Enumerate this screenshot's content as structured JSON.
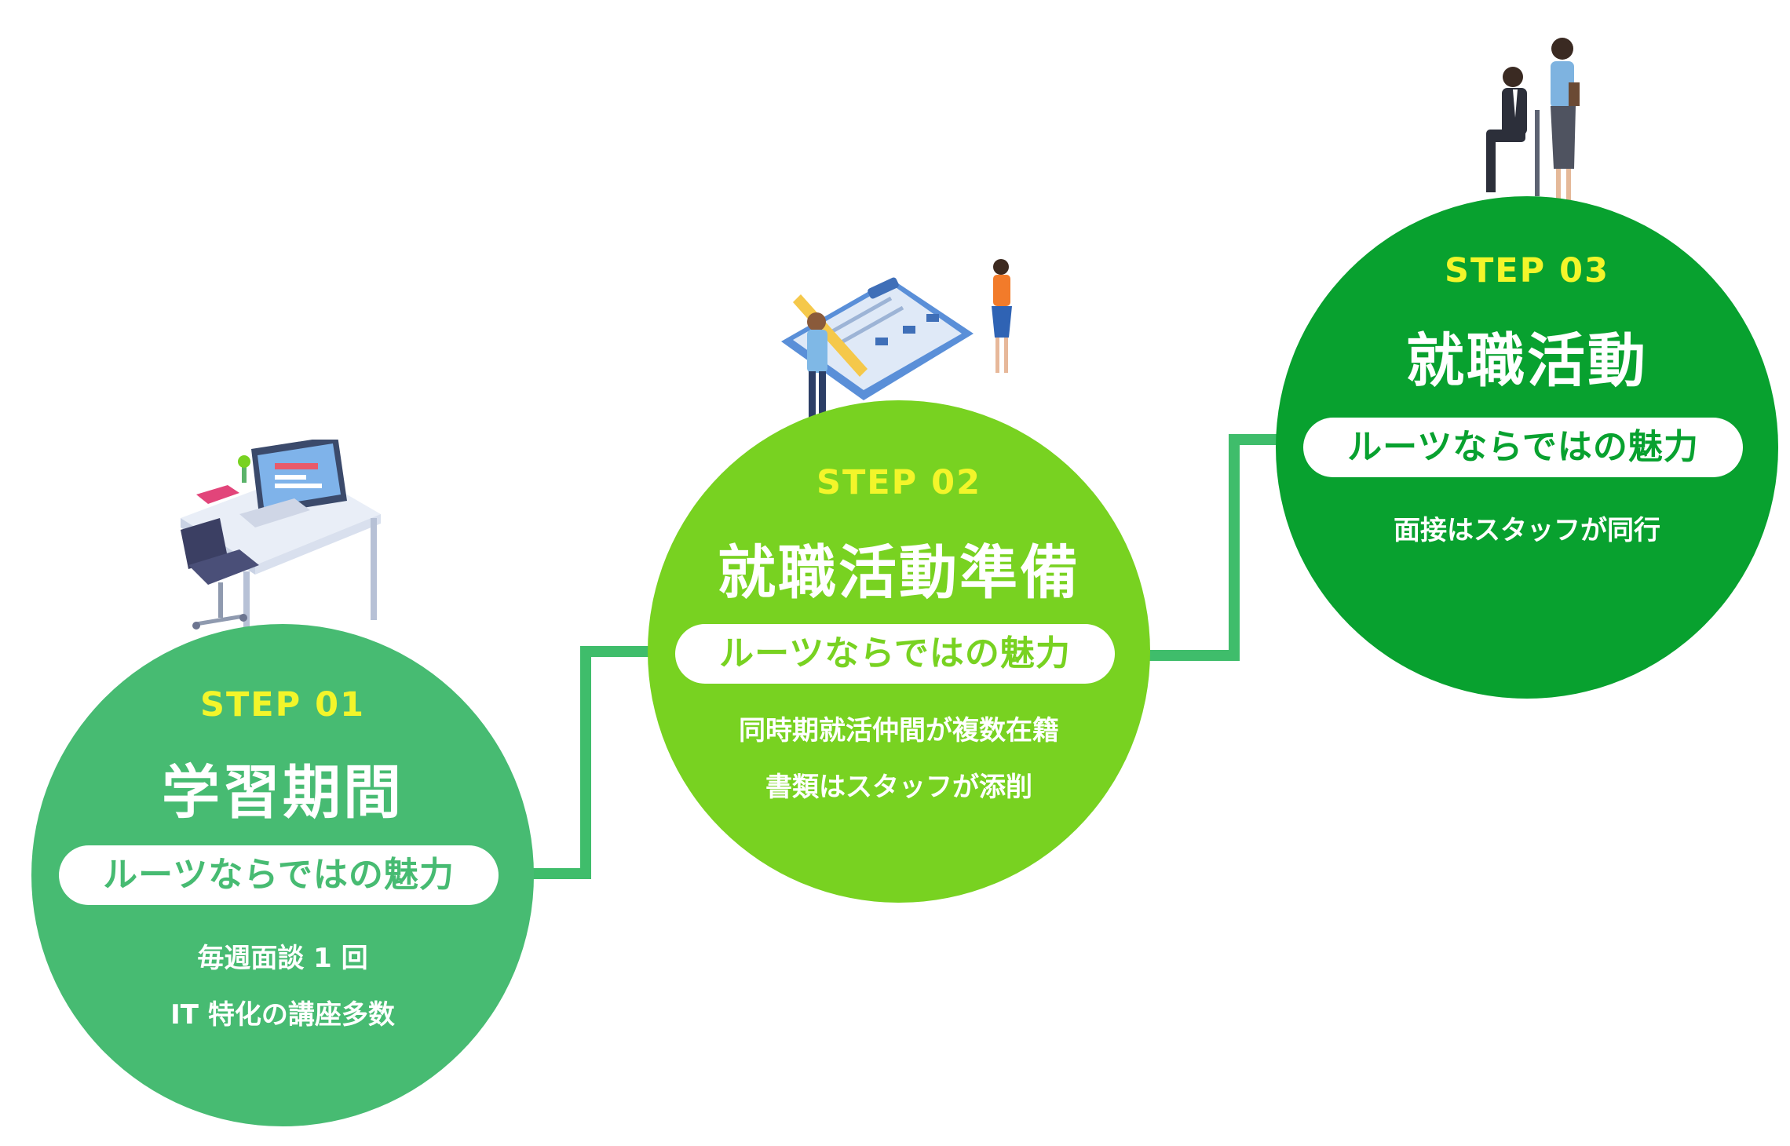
{
  "steps": [
    {
      "label": "STEP 01",
      "title": "学習期間",
      "badge": "ルーツならではの魅力",
      "lines": [
        "毎週面談 1 回",
        "IT 特化の講座多数"
      ],
      "color": "#47bb72",
      "illustration": "desk-computer-icon"
    },
    {
      "label": "STEP 02",
      "title": "就職活動準備",
      "badge": "ルーツならではの魅力",
      "lines": [
        "同時期就活仲間が複数在籍",
        "書類はスタッフが添削"
      ],
      "color": "#78d221",
      "illustration": "clipboard-people-icon"
    },
    {
      "label": "STEP 03",
      "title": "就職活動",
      "badge": "ルーツならではの魅力",
      "lines": [
        "面接はスタッフが同行"
      ],
      "color": "#08a12f",
      "illustration": "interview-people-icon"
    }
  ],
  "connector_color": "#3fbd6b",
  "label_color": "#f3f52a"
}
